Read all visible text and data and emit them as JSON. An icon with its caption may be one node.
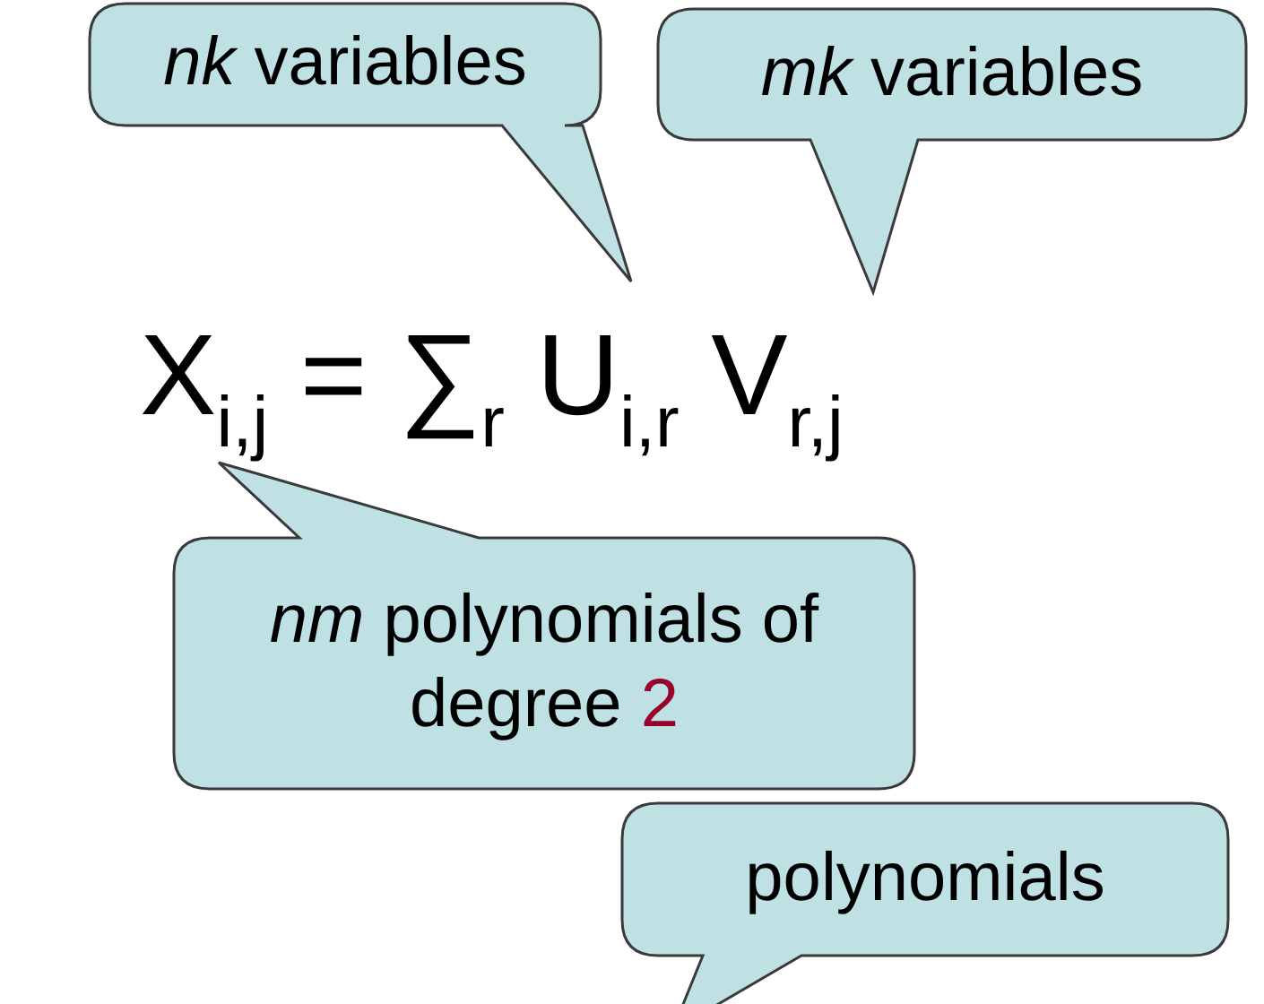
{
  "diagram": {
    "nodes": [
      {
        "text": [
          "*nk* variables"
        ]
      },
      {
        "text": [
          "*mk* variables"
        ]
      },
      {
        "text": [
          "*nm* polynomials of degree",
          "2"
        ]
      },
      {
        "text": [
          "polynomials"
        ]
      }
    ],
    "labels": [
      "X$_{i,j}$ = ∑$_{r}$ U$_{i,r}$ V$_{r,j}$"
    ]
  }
}
